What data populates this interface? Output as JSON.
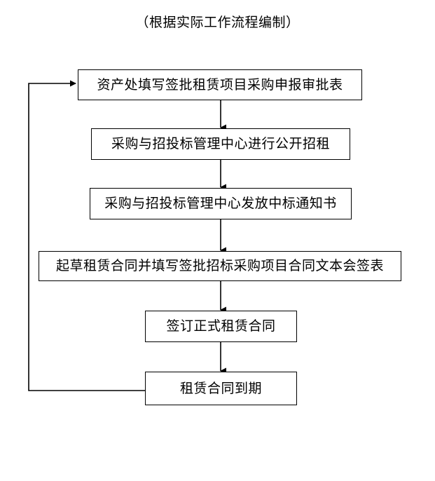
{
  "document": {
    "title": "（根据实际工作流程编制）",
    "title_name": "flowchart-subtitle"
  },
  "flowchart": {
    "type": "process-flow",
    "orientation": "vertical",
    "colors": {
      "background": "#ffffff",
      "box_border": "#000000",
      "box_fill": "#ffffff",
      "text": "#000000",
      "connector": "#000000"
    },
    "nodes": [
      {
        "id": "node-0",
        "label": "资产处填写签批租赁项目采购申报审批表",
        "name": "flow-node-asset-dept-approval-form"
      },
      {
        "id": "node-1",
        "label": "采购与招投标管理中心进行公开招租",
        "name": "flow-node-public-tender"
      },
      {
        "id": "node-2",
        "label": "采购与招投标管理中心发放中标通知书",
        "name": "flow-node-issue-bid-notice"
      },
      {
        "id": "node-3",
        "label": "起草租赁合同并填写签批招标采购项目合同文本会签表",
        "name": "flow-node-draft-contract"
      },
      {
        "id": "node-4",
        "label": "签订正式租赁合同",
        "name": "flow-node-sign-formal-lease"
      },
      {
        "id": "node-5",
        "label": "租赁合同到期",
        "name": "flow-node-lease-expires"
      }
    ],
    "connectors": [
      {
        "from": "node-0",
        "to": "node-1",
        "name": "connector-arrow-1",
        "style": "vertical-arrow"
      },
      {
        "from": "node-1",
        "to": "node-2",
        "name": "connector-arrow-2",
        "style": "vertical-arrow"
      },
      {
        "from": "node-2",
        "to": "node-3",
        "name": "connector-arrow-3",
        "style": "vertical-arrow"
      },
      {
        "from": "node-3",
        "to": "node-4",
        "name": "connector-arrow-4",
        "style": "vertical-arrow"
      },
      {
        "from": "node-4",
        "to": "node-5",
        "name": "connector-arrow-5",
        "style": "vertical-arrow"
      },
      {
        "from": "node-5",
        "to": "node-0",
        "name": "connector-feedback-loop",
        "style": "left-routed-loop-arrow"
      }
    ]
  }
}
